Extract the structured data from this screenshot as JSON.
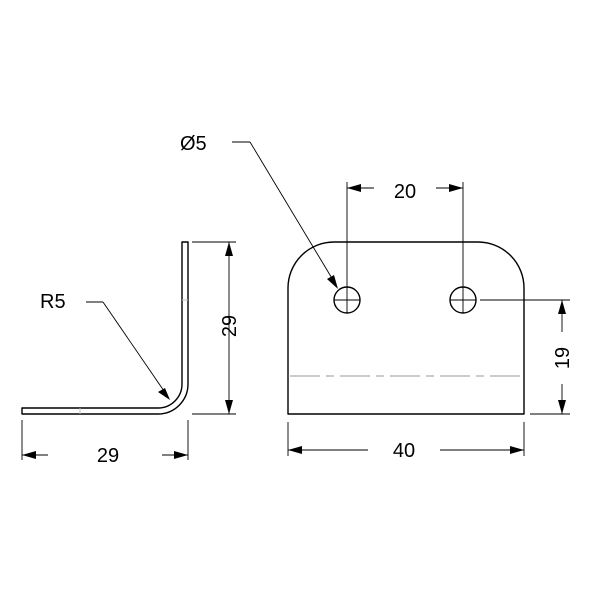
{
  "labels": {
    "hole_diameter": "Ø5",
    "hole_spacing": "20",
    "plate_width": "40",
    "hole_height": "19",
    "bend_radius": "R5",
    "leg_height": "29",
    "leg_length": "29"
  }
}
